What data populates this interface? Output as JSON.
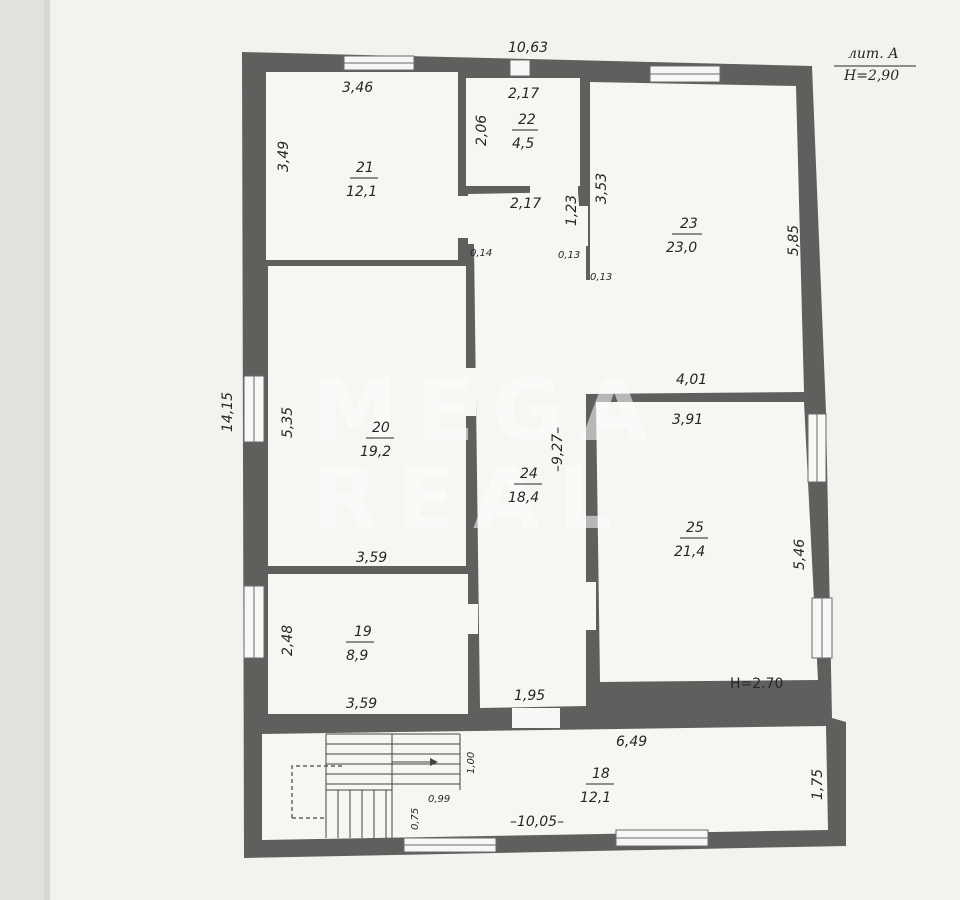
{
  "header": {
    "liter_label": "лит. А",
    "ceiling_height": "H=2,90"
  },
  "watermark": {
    "line1": "MEGA",
    "line2": "REAL"
  },
  "overall": {
    "width": "10,63",
    "depth": "14,15",
    "bottom_width": "–10,05–"
  },
  "rooms": [
    {
      "number": "21",
      "area": "12,1"
    },
    {
      "number": "22",
      "area": "4,5"
    },
    {
      "number": "23",
      "area": "23,0"
    },
    {
      "number": "20",
      "area": "19,2"
    },
    {
      "number": "24",
      "area": "18,4"
    },
    {
      "number": "25",
      "area": "21,4"
    },
    {
      "number": "19",
      "area": "8,9"
    },
    {
      "number": "18",
      "area": "12,1"
    }
  ],
  "dimensions": {
    "r21_width": "3,46",
    "r21_height": "3,49",
    "r22_top": "2,17",
    "r22_side": "2,06",
    "r24_top": "2,17",
    "r24_notch": "1,23",
    "r24_gap_left": "0,14",
    "r24_gap_right": "0,13",
    "r23_gap": "0,13",
    "r23_side_left": "3,53",
    "r23_side": "5,85",
    "r23_bottom": "4,01",
    "r20_side": "5,35",
    "r20_bottom": "3,59",
    "r24_length": "–9,27–",
    "r25_top": "3,91",
    "r25_side": "5,46",
    "r19_side": "2,48",
    "r19_bottom": "3,59",
    "r24_bottom": "1,95",
    "r18_top": "6,49",
    "r18_side": "1,75",
    "stair_a": "1,00",
    "stair_b": "0,99",
    "stair_c": "0,75"
  },
  "r25_height": "H=2.70"
}
